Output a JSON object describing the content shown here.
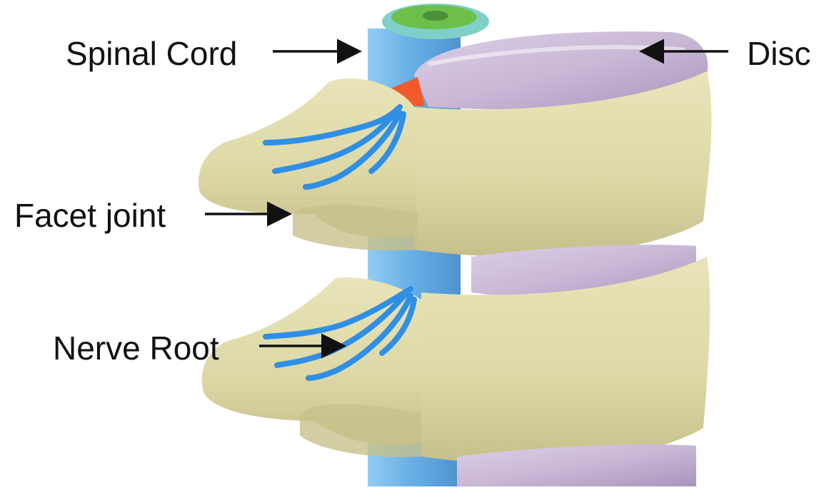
{
  "labels": {
    "spinal_cord": "Spinal Cord",
    "disc": "Disc",
    "facet_joint": "Facet joint",
    "nerve_root": "Nerve Root"
  },
  "colors": {
    "bone": "#dcd8a6",
    "bone_shadow": "#b9b27a",
    "disc": "#c9b8d6",
    "spinal_cord": "#4a9fe0",
    "nerve": "#2f8fe6",
    "compression": "#f25a2c",
    "cord_top": "#6cc04a",
    "arrow": "#111111",
    "label": "#111111"
  },
  "icons": [
    "arrow-right-icon",
    "arrow-left-icon"
  ]
}
